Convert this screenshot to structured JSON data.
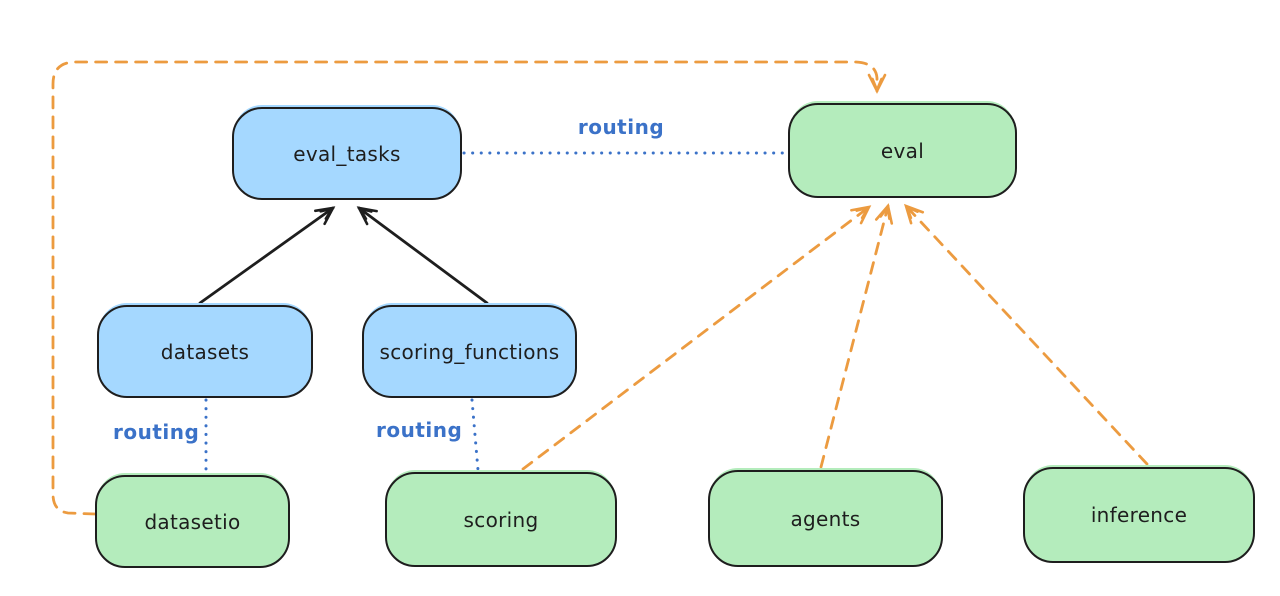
{
  "diagram": {
    "nodes": {
      "eval_tasks": {
        "label": "eval_tasks",
        "kind": "registry",
        "color": "blue"
      },
      "eval": {
        "label": "eval",
        "kind": "api",
        "color": "green"
      },
      "datasets": {
        "label": "datasets",
        "kind": "registry",
        "color": "blue"
      },
      "scoring_functions": {
        "label": "scoring_functions",
        "kind": "registry",
        "color": "blue"
      },
      "datasetio": {
        "label": "datasetio",
        "kind": "api",
        "color": "green"
      },
      "scoring": {
        "label": "scoring",
        "kind": "api",
        "color": "green"
      },
      "agents": {
        "label": "agents",
        "kind": "api",
        "color": "green"
      },
      "inference": {
        "label": "inference",
        "kind": "api",
        "color": "green"
      }
    },
    "edge_labels": {
      "eval_tasks_eval": "routing",
      "datasets_datasetio": "routing",
      "scoring_functions_scoring": "routing"
    },
    "edges": [
      {
        "from": "datasets",
        "to": "eval_tasks",
        "style": "solid-black-arrow"
      },
      {
        "from": "scoring_functions",
        "to": "eval_tasks",
        "style": "solid-black-arrow"
      },
      {
        "from": "eval_tasks",
        "to": "eval",
        "style": "blue-dotted",
        "label": "routing"
      },
      {
        "from": "datasets",
        "to": "datasetio",
        "style": "blue-dotted",
        "label": "routing"
      },
      {
        "from": "scoring_functions",
        "to": "scoring",
        "style": "blue-dotted",
        "label": "routing"
      },
      {
        "from": "scoring",
        "to": "eval",
        "style": "orange-dashed-arrow"
      },
      {
        "from": "agents",
        "to": "eval",
        "style": "orange-dashed-arrow"
      },
      {
        "from": "inference",
        "to": "eval",
        "style": "orange-dashed-arrow"
      },
      {
        "from": "datasetio",
        "to": "eval",
        "style": "orange-dashed-arrow-loop"
      }
    ],
    "colors": {
      "background": "#ffffff",
      "blue_node_fill": "#a5d8ff",
      "green_node_fill": "#b4ecbc",
      "node_stroke": "#1e1e1e",
      "black_arrow": "#1e1e1e",
      "orange_arrow": "#ec9b40",
      "routing_blue": "#3b72c8"
    }
  }
}
